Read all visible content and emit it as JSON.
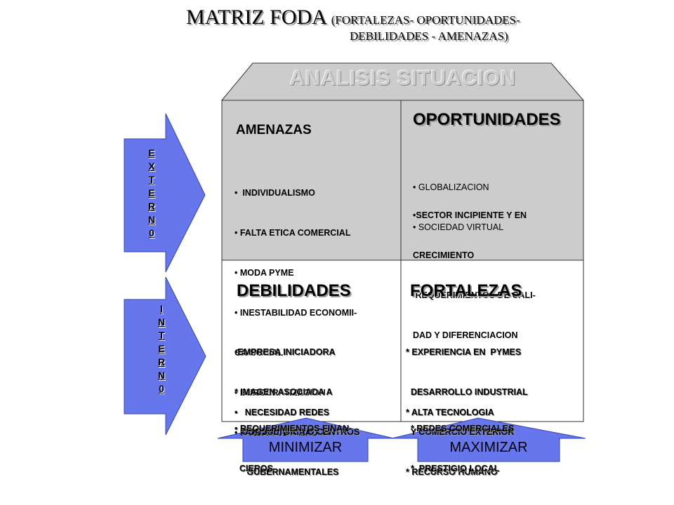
{
  "title": {
    "main": "MATRIZ FODA",
    "sub_line1": "(FORTALEZAS- OPORTUNIDADES-",
    "sub_line2": "DEBILIDADES - AMENAZAS)"
  },
  "roof": {
    "label": "ANALISIS SITUACION"
  },
  "sides": {
    "externo": [
      "E",
      "X",
      "T",
      "E",
      "R",
      "N",
      "0"
    ],
    "interno": [
      "I",
      "N",
      "T",
      "E",
      "R",
      "N",
      "0"
    ]
  },
  "quadrants": {
    "amenazas": {
      "heading": "AMENAZAS",
      "lines": [
        "•  INDIVIDUALISMO",
        "• FALTA ETICA COMERCIAL",
        "• MODA PYME",
        "• INESTABILIDAD ECONOMII-",
        "CA-SOCIAL",
        "• BUROCRATIZACION",
        "• FALLAS DE ALIADOS"
      ]
    },
    "oportunidades": {
      "heading": "OPORTUNIDADES",
      "lines_light": [
        "• GLOBALIZACION",
        "• SOCIEDAD VIRTUAL"
      ],
      "lines_bold": [
        "•SECTOR INCIPIENTE Y EN",
        "CRECIMIENTO",
        " REQUERIMIENTOS DE CALI-",
        "DAD Y DIFERENCIACION"
      ]
    },
    "debilidades": {
      "heading": "DEBILIDADES",
      "lines": [
        "•EMPRESA INICIADORA",
        "* IMAGEN ASOCIADA A",
        "   CONSULTORIA O CENTROS",
        "     GUBERNAMENTALES"
      ],
      "lines2": [
        "•   NECESIDAD REDES"
      ],
      "lines3": [
        "• REQUERIMIENTOS FINAN-",
        "  CIEROS"
      ]
    },
    "fortalezas": {
      "heading": "FORTALEZAS",
      "lines": [
        "* EXPERIENCIA EN  PYMES",
        "  DESARROLLO INDUSTRIAL",
        "  Y COMERCIO EXTERIOR",
        "* RECURSO HUMANO"
      ],
      "lines2": [
        "* ALTA TECNOLOGIA"
      ],
      "lines3": [
        "  * REDES COMERCIALES",
        "  *  PRESTIGIO LOCAL"
      ]
    }
  },
  "bottom": {
    "left_label": "MINIMIZAR",
    "right_label": "MAXIMIZAR"
  },
  "colors": {
    "gray_fill": "#cccccc",
    "arrow_fill": "#6677ee",
    "line": "#333333"
  }
}
